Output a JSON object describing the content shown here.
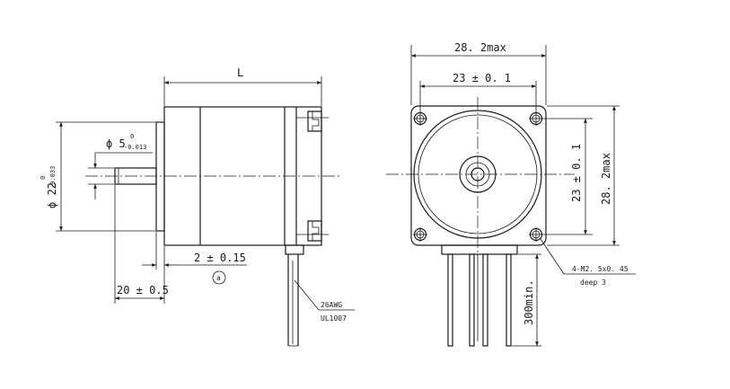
{
  "side_view": {
    "length_label": "L",
    "shaft_diameter_label": "ϕ 5",
    "shaft_tol_upper": "0",
    "shaft_tol_lower": "-0.013",
    "boss_diameter_label": "ϕ 22",
    "boss_tol_upper": "0",
    "boss_tol_lower": "-0.033",
    "flange_dim_label": "2 ± 0.15",
    "flange_ref_mark": "a",
    "shaft_length_label": "20 ± 0.5",
    "wire_gauge_label": "26AWG",
    "wire_type_label": "UL1007"
  },
  "front_view": {
    "overall_width_label": "28. 2max",
    "hole_spacing_h_label": "23 ± 0. 1",
    "hole_spacing_v_label": "23 ± 0. 1",
    "overall_height_label": "28. 2max",
    "screw_label_line1": "4-M2. 5x0. 45",
    "screw_label_line2": "deep 3",
    "lead_length_label": "300min."
  }
}
